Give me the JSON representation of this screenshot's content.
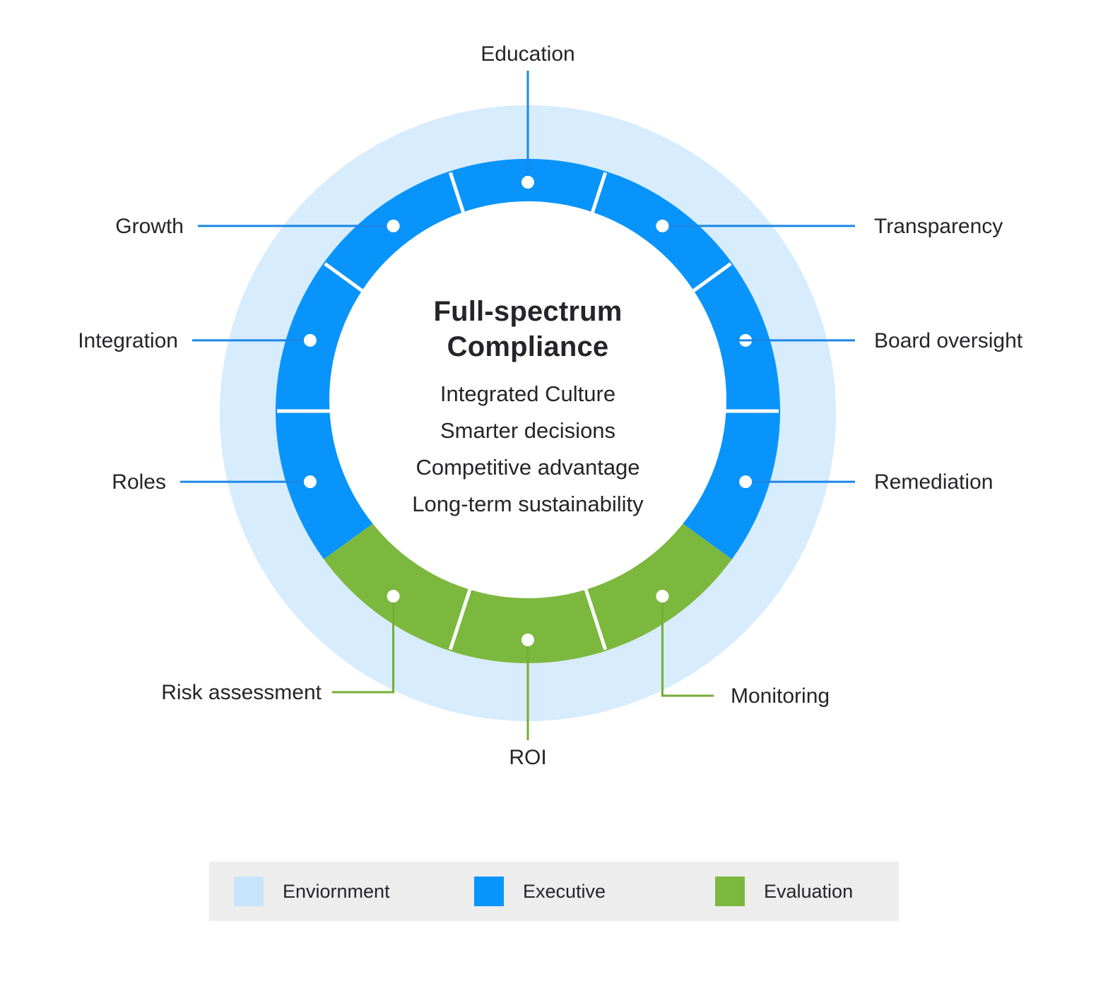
{
  "center": {
    "title_line1": "Full-spectrum",
    "title_line2": "Compliance",
    "benefits": [
      "Integrated Culture",
      "Smarter decisions",
      "Competitive advantage",
      "Long-term sustainability"
    ]
  },
  "ring": {
    "segments": [
      {
        "label": "Education",
        "group": "executive",
        "angle": -90
      },
      {
        "label": "Transparency",
        "group": "executive",
        "angle": -54
      },
      {
        "label": "Board oversight",
        "group": "executive",
        "angle": -18
      },
      {
        "label": "Remediation",
        "group": "executive",
        "angle": 18
      },
      {
        "label": "Monitoring",
        "group": "evaluation",
        "angle": 54
      },
      {
        "label": "ROI",
        "group": "evaluation",
        "angle": 90
      },
      {
        "label": "Risk assessment",
        "group": "evaluation",
        "angle": 126
      },
      {
        "label": "Roles",
        "group": "executive",
        "angle": 162
      },
      {
        "label": "Integration",
        "group": "executive",
        "angle": 198
      },
      {
        "label": "Growth",
        "group": "executive",
        "angle": 234
      }
    ],
    "divider_angles": [
      0,
      72,
      108,
      180,
      216,
      252,
      288,
      324
    ],
    "evaluation_arc": [
      36,
      144
    ],
    "executive_arc": [
      144,
      396
    ]
  },
  "legend": {
    "items": [
      {
        "label": "Enviornment",
        "color": "#c6e4fa"
      },
      {
        "label": "Executive",
        "color": "#0894fb"
      },
      {
        "label": "Evaluation",
        "color": "#7cb83e"
      }
    ]
  },
  "colors": {
    "environment_ring": "#d7ecfd",
    "executive": "#0894fb",
    "evaluation": "#7cb83e",
    "connector_executive": "#1b87e6",
    "connector_evaluation": "#74ad36",
    "divider": "#ffffff",
    "dot": "#ffffff",
    "text": "#26242b",
    "legend_background": "#ededed"
  }
}
